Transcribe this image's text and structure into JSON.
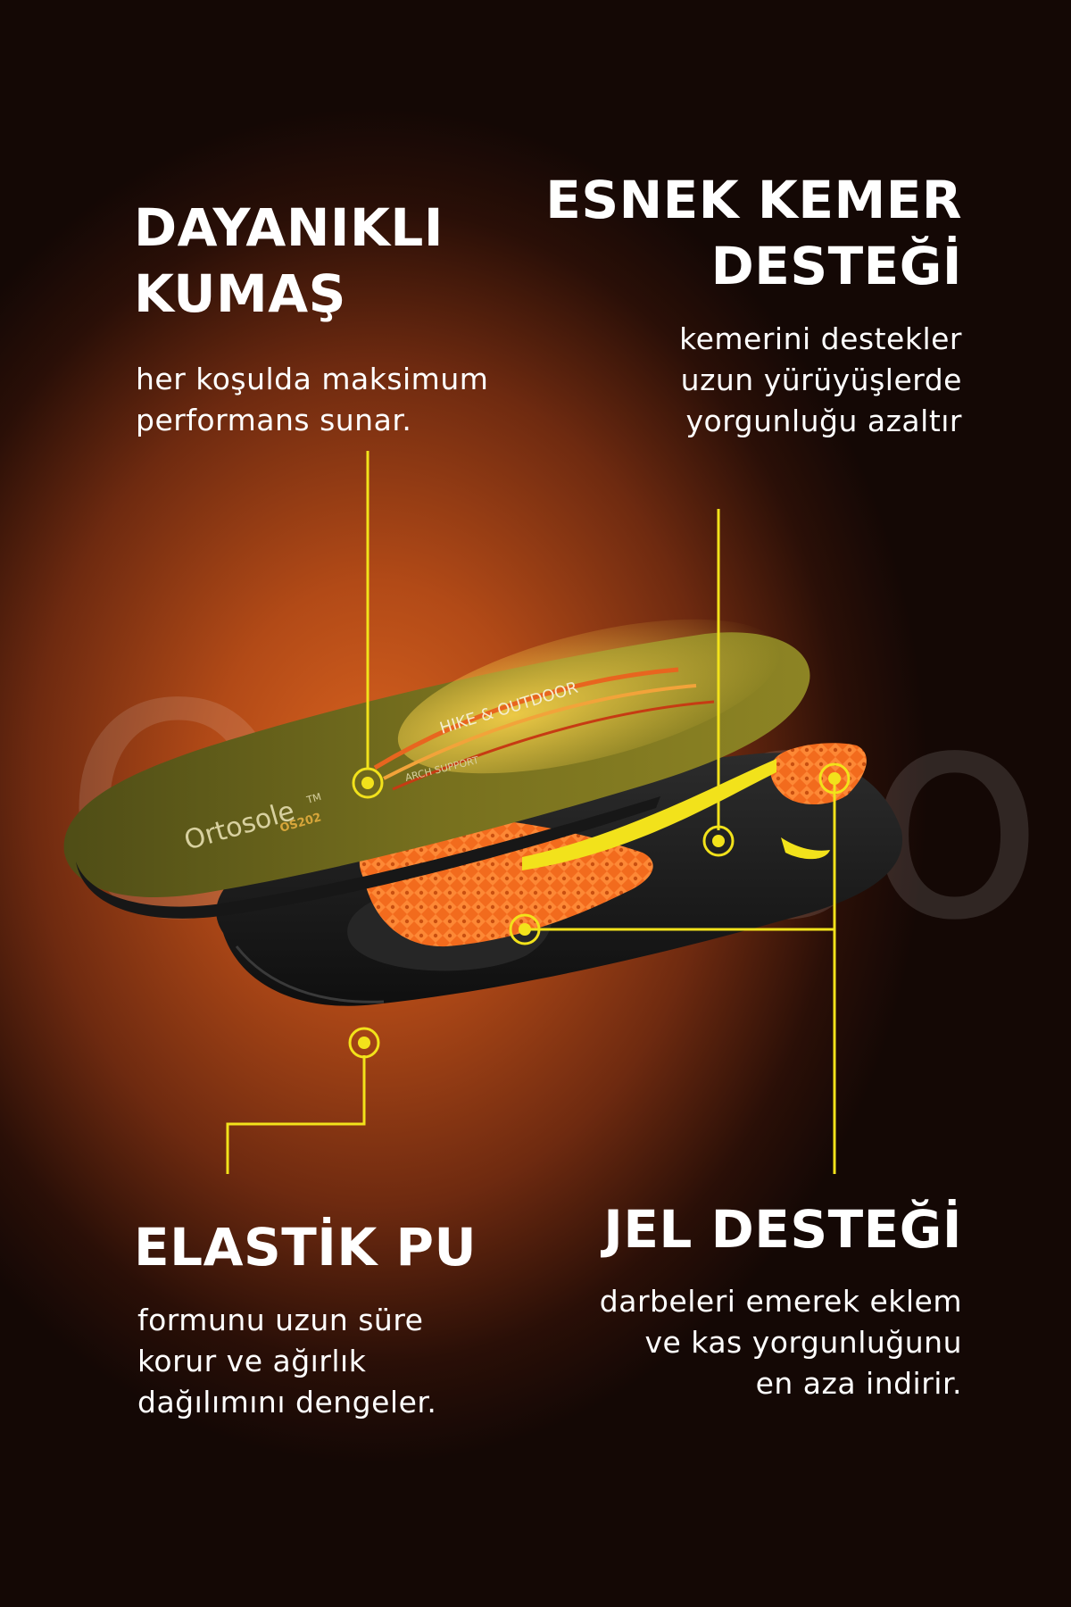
{
  "watermark": "Ortosole",
  "insole": {
    "brand": "Ortosole",
    "trademark": "TM",
    "model": "OS202",
    "line": "HIKE & OUTDOOR",
    "subline": "ARCH SUPPORT"
  },
  "features": {
    "fabric": {
      "title_lines": [
        "DAYANIKLI",
        "KUMAŞ"
      ],
      "desc_lines": [
        "her koşulda maksimum",
        "performans sunar."
      ]
    },
    "arch": {
      "title_lines": [
        "ESNEK KEMER",
        "DESTEĞİ"
      ],
      "desc_lines": [
        "kemerini destekler",
        "uzun yürüyüşlerde",
        "yorgunluğu azaltır"
      ]
    },
    "pu": {
      "title_lines": [
        "ELASTİK PU"
      ],
      "desc_lines": [
        "formunu uzun süre",
        "korur ve ağırlık",
        "dağılımını dengeler."
      ]
    },
    "gel": {
      "title_lines": [
        "JEL DESTEĞİ"
      ],
      "desc_lines": [
        "darbeleri emerek eklem",
        "ve kas yorgunluğunu",
        "en aza indirir."
      ]
    }
  },
  "colors": {
    "accent_yellow": "#f2e21b",
    "gel_orange": "#f26b1d",
    "insole_olive": "#6f6a1c",
    "base_black": "#1b1b1b"
  }
}
